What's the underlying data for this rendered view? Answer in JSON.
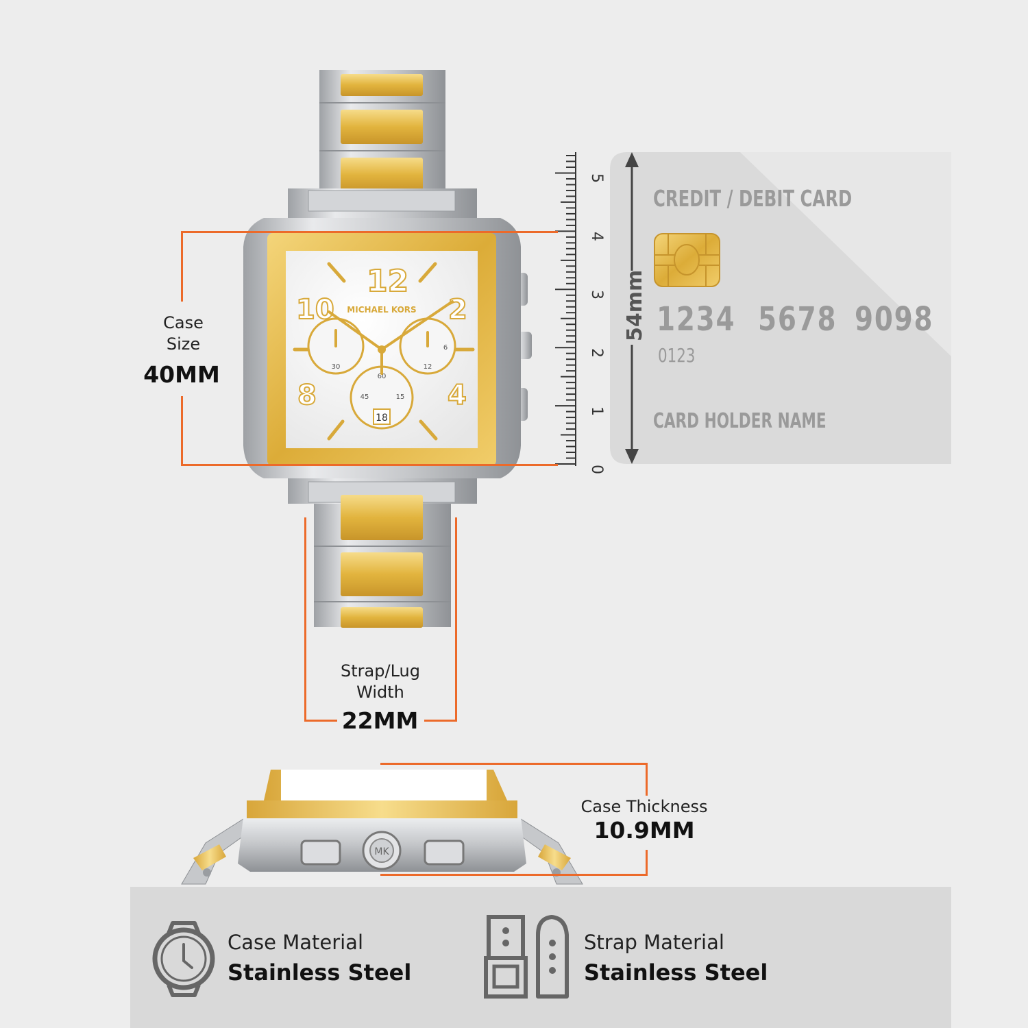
{
  "case_size": {
    "line1": "Case",
    "line2": "Size",
    "value": "40MM"
  },
  "strap_width": {
    "line1": "Strap/Lug",
    "line2": "Width",
    "value": "22MM"
  },
  "case_thickness": {
    "label": "Case Thickness",
    "value": "10.9MM"
  },
  "ruler": {
    "ticks": [
      "0",
      "1",
      "2",
      "3",
      "4",
      "5"
    ],
    "length_label": "54mm"
  },
  "card": {
    "title": "CREDIT / DEBIT CARD",
    "numbers": [
      "1234",
      "5678",
      "9098"
    ],
    "small_number": "0123",
    "holder": "CARD HOLDER NAME"
  },
  "watch_dial": {
    "brand": "MICHAEL KORS",
    "numerals": [
      "12",
      "10",
      "2",
      "8",
      "4"
    ],
    "subdial_labels": [
      "30",
      "45",
      "15",
      "60",
      "12",
      "6"
    ],
    "date": "18",
    "crown_logo": "MK"
  },
  "features": [
    {
      "icon": "watch-icon",
      "label": "Case Material",
      "value": "Stainless Steel"
    },
    {
      "icon": "strap-icon",
      "label": "Strap Material",
      "value": "Stainless Steel"
    }
  ],
  "colors": {
    "accent": "#ec6a2a",
    "gold": "#e2b43e",
    "silver": "#c9cbcd",
    "background": "#ededed",
    "info_bar": "#d9d9d9"
  }
}
